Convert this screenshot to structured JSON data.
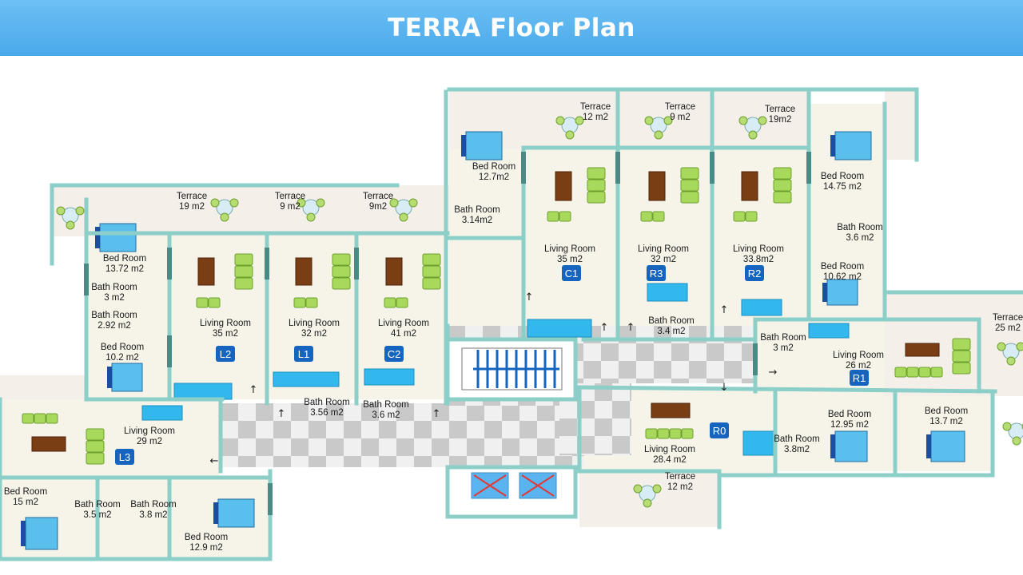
{
  "header": {
    "title": "TERRA Floor Plan"
  },
  "colors": {
    "banner": "#5ab4ef",
    "wall": "#8ccfc8",
    "wall_dark": "#4a8a86",
    "floor": "#f6f4e8",
    "terrace": "#f5efe9",
    "sofa": "#a8d85c",
    "table": "#7a3e14",
    "bed": "#5bbfee",
    "kitchen": "#33b8ee",
    "badge": "#1565c0",
    "checker_dark": "#c9c9c9",
    "checker_light": "#f0f0f0",
    "elevator": "#5ab4ef",
    "elevator_x": "#e53935"
  },
  "units": [
    {
      "code": "L2"
    },
    {
      "code": "L1"
    },
    {
      "code": "C2"
    },
    {
      "code": "L3"
    },
    {
      "code": "C1"
    },
    {
      "code": "R3"
    },
    {
      "code": "R2"
    },
    {
      "code": "R1"
    },
    {
      "code": "R0"
    }
  ],
  "rooms": [
    {
      "name": "Terrace",
      "area": "19 m2"
    },
    {
      "name": "Terrace",
      "area": "9 m2"
    },
    {
      "name": "Terrace",
      "area": "9m2"
    },
    {
      "name": "Bed Room",
      "area": "13.72 m2"
    },
    {
      "name": "Bath Room",
      "area": "3 m2"
    },
    {
      "name": "Bath Room",
      "area": "2.92 m2"
    },
    {
      "name": "Bed Room",
      "area": "10.2 m2"
    },
    {
      "name": "Living Room",
      "area": "35  m2"
    },
    {
      "name": "Living Room",
      "area": "32 m2"
    },
    {
      "name": "Living Room",
      "area": "41 m2"
    },
    {
      "name": "Bath Room",
      "area": "3.56 m2"
    },
    {
      "name": "Bath Room",
      "area": "3.6 m2"
    },
    {
      "name": "Living Room",
      "area": "29 m2"
    },
    {
      "name": "Bed Room",
      "area": "15 m2"
    },
    {
      "name": "Bath Room",
      "area": "3.5 m2"
    },
    {
      "name": "Bath Room",
      "area": "3.8 m2"
    },
    {
      "name": "Bed Room",
      "area": "12.9  m2"
    },
    {
      "name": "Bed Room",
      "area": "12.7m2"
    },
    {
      "name": "Bath Room",
      "area": "3.14m2"
    },
    {
      "name": "Terrace",
      "area": "12 m2"
    },
    {
      "name": "Terrace",
      "area": "9 m2"
    },
    {
      "name": "Terrace",
      "area": "19m2"
    },
    {
      "name": "Bed Room",
      "area": "14.75 m2"
    },
    {
      "name": "Living Room",
      "area": "35  m2"
    },
    {
      "name": "Living Room",
      "area": "32 m2"
    },
    {
      "name": "Living Room",
      "area": "33.8m2"
    },
    {
      "name": "Bath Room",
      "area": "3.6 m2"
    },
    {
      "name": "Bed Room",
      "area": "10.62 m2"
    },
    {
      "name": "Bath Room",
      "area": "3.4 m2"
    },
    {
      "name": "Terrace",
      "area": "25 m2"
    },
    {
      "name": "Bath Room",
      "area": "3 m2"
    },
    {
      "name": "Living Room",
      "area": "26 m2"
    },
    {
      "name": "Bed Room",
      "area": "12.95 m2"
    },
    {
      "name": "Bed Room",
      "area": "13.7 m2"
    },
    {
      "name": "Bath Room",
      "area": "3.8m2"
    },
    {
      "name": "Living Room",
      "area": "28.4 m2"
    },
    {
      "name": "Terrace",
      "area": "12 m2"
    }
  ]
}
